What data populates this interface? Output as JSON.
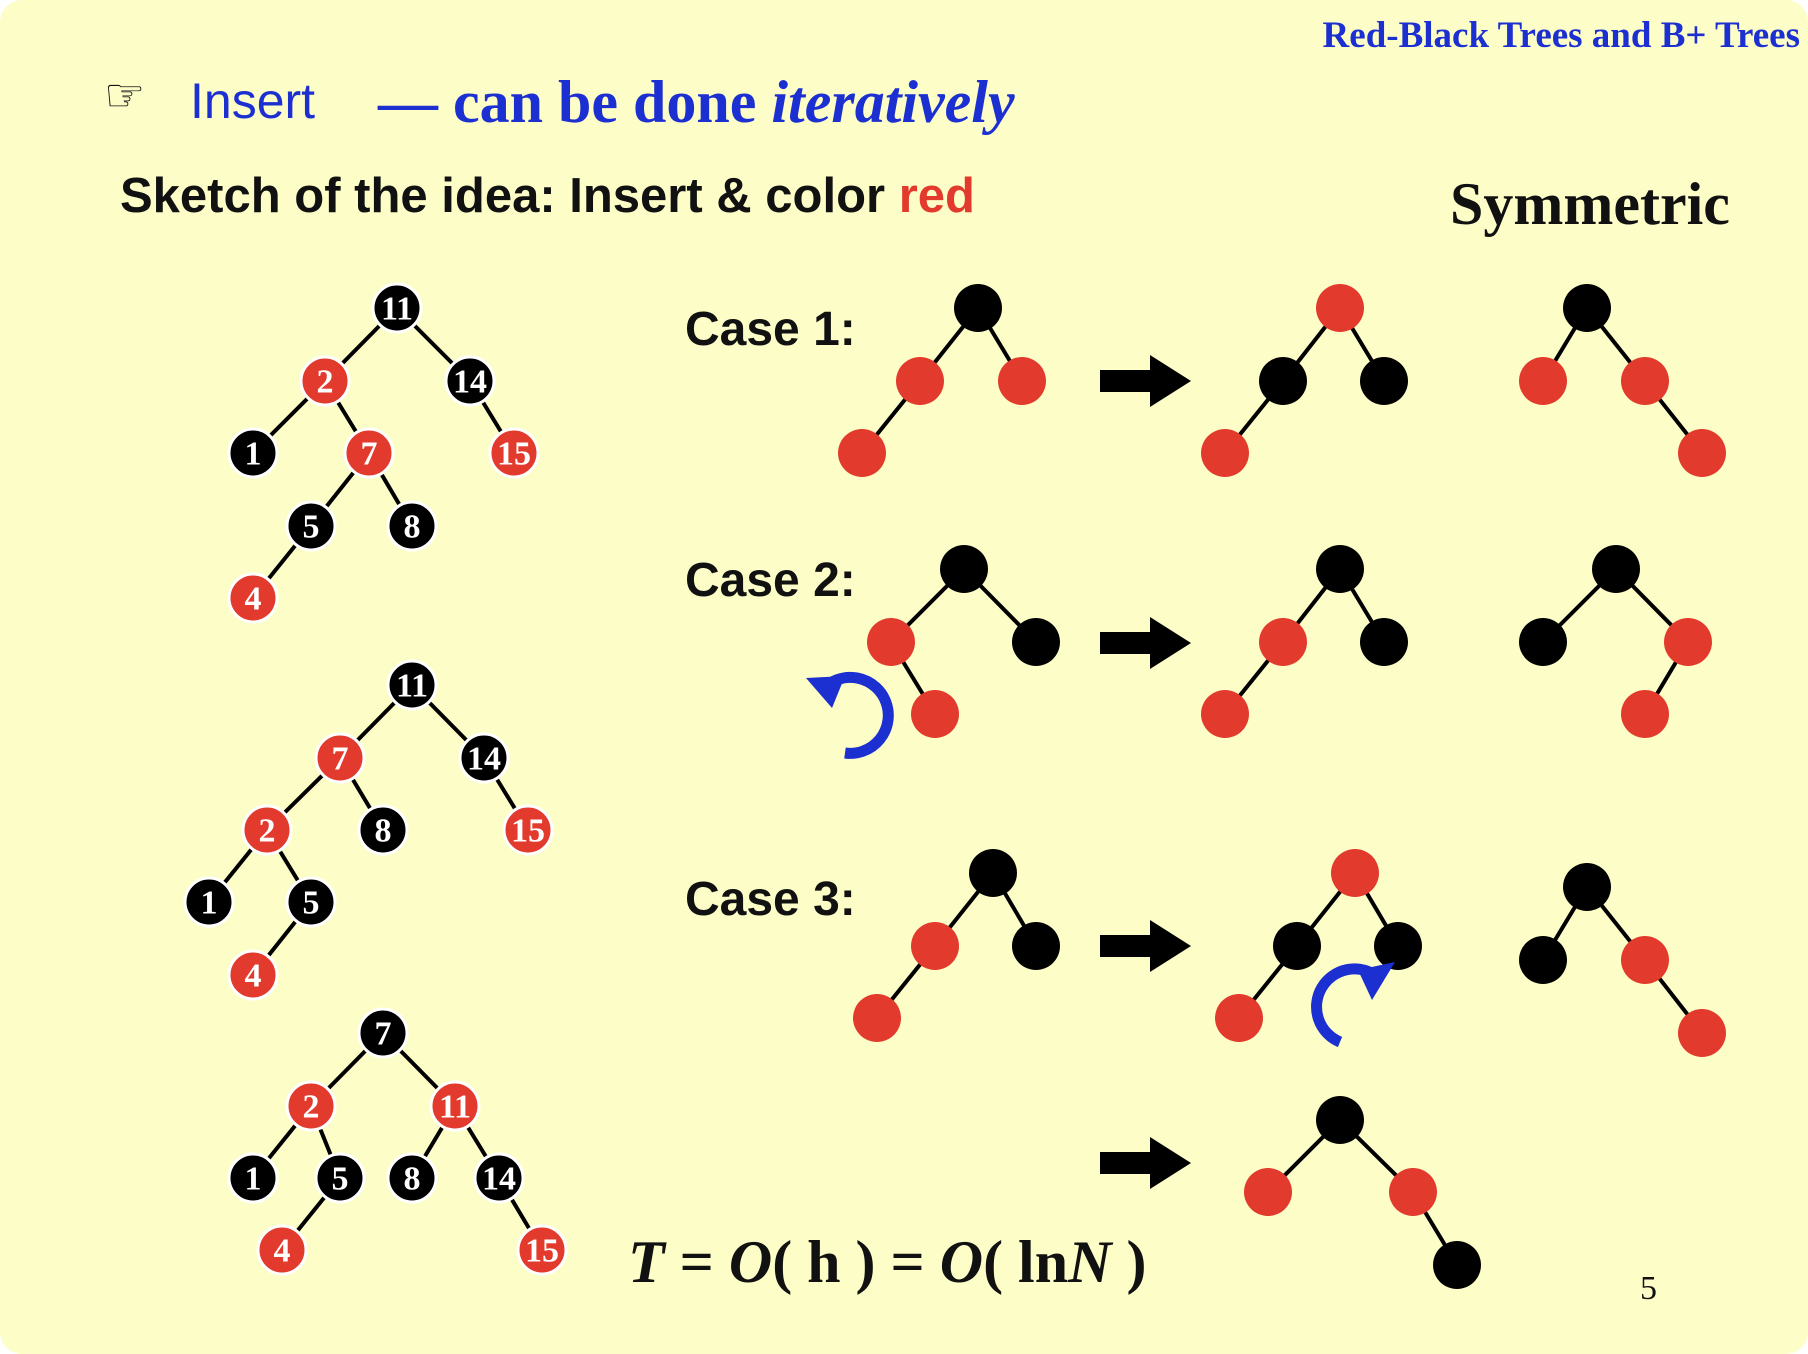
{
  "header": {
    "title": "Red-Black Trees and B+ Trees"
  },
  "slide": {
    "pointer_icon": "☞",
    "insert_label": "Insert",
    "subtitle_prefix": "— can be done ",
    "subtitle_italic": "iteratively",
    "sketch_prefix": "Sketch of the idea: Insert & color ",
    "sketch_red": "red",
    "symmetric": "Symmetric",
    "case1": "Case 1:",
    "case2": "Case 2:",
    "case3": "Case 3:",
    "formula": {
      "T": "T",
      "eq1": " = ",
      "O1": "O",
      "h_part": "( h ) = ",
      "O2": "O",
      "ln_part": "( ln",
      "N": "N",
      "close": " )"
    },
    "page_number": "5"
  },
  "colors": {
    "red": "#e23a2c",
    "black": "#000000",
    "blue": "#1c2fd1",
    "background": "#fdfdc8"
  },
  "icons": {
    "pointer": "pointing-hand-icon",
    "arrow": "right-arrow-icon",
    "rotate_ccw": "rotate-counterclockwise-icon",
    "rotate_cw": "rotate-clockwise-icon"
  }
}
